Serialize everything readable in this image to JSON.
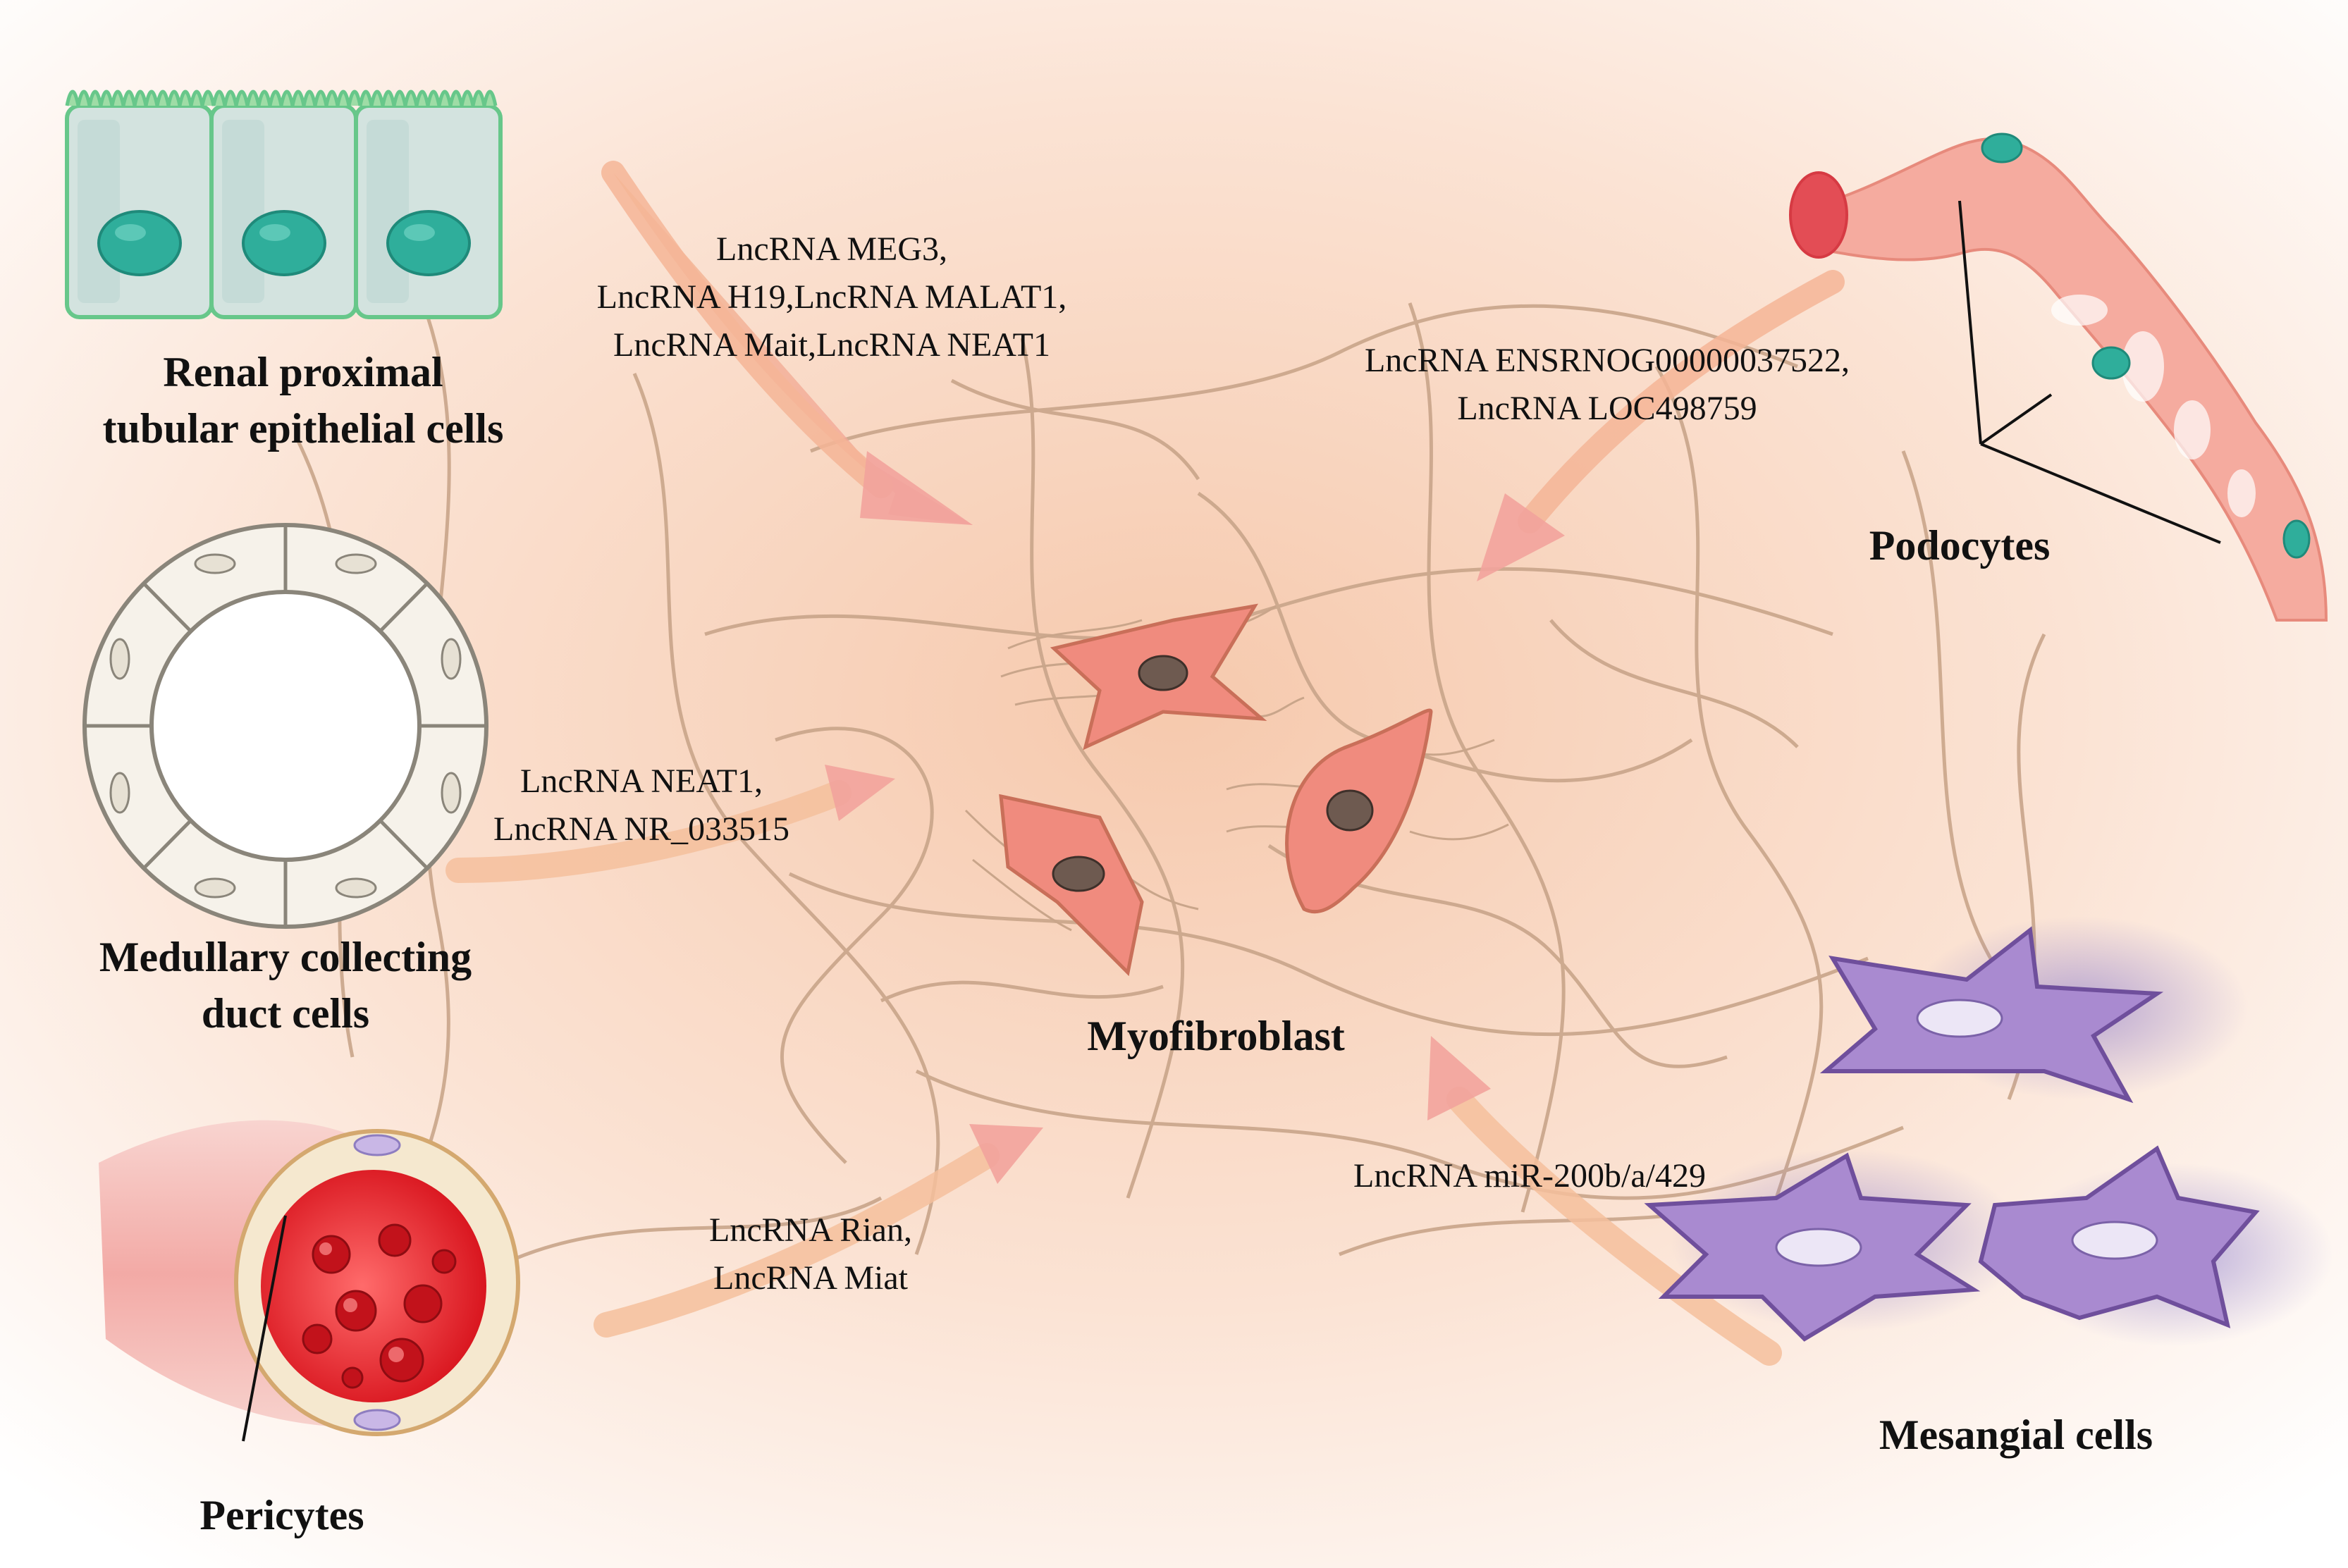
{
  "cells": {
    "renal_proximal": [
      "Renal proximal",
      "tubular epithelial cells"
    ],
    "medullary": [
      "Medullary collecting",
      "duct cells"
    ],
    "pericytes": "Pericytes",
    "podocytes": "Podocytes",
    "mesangial": "Mesangial cells",
    "myofibroblast": "Myofibroblast"
  },
  "lncrna": {
    "renal_proximal": [
      "LncRNA MEG3,",
      "LncRNA H19,LncRNA MALAT1,",
      "LncRNA Mait,LncRNA NEAT1"
    ],
    "podocytes": [
      "LncRNA ENSRNOG00000037522,",
      "LncRNA LOC498759"
    ],
    "medullary": [
      "LncRNA NEAT1,",
      "LncRNA NR_033515"
    ],
    "pericytes": [
      "LncRNA Rian,",
      "LncRNA Miat"
    ],
    "mesangial": [
      "LncRNA miR-200b/a/429"
    ]
  },
  "colors": {
    "background_warm": "#f7d3bd",
    "arrow": "#f3b79a",
    "fiber": "#c9a58a",
    "myofibroblast": "#f08b7e",
    "tubular_cell": "#cfe0dc",
    "nucleus_teal": "#2fae9b",
    "podocyte": "#f3a79c",
    "mesangial": "#a585c9",
    "vessel_red": "#e12630"
  }
}
